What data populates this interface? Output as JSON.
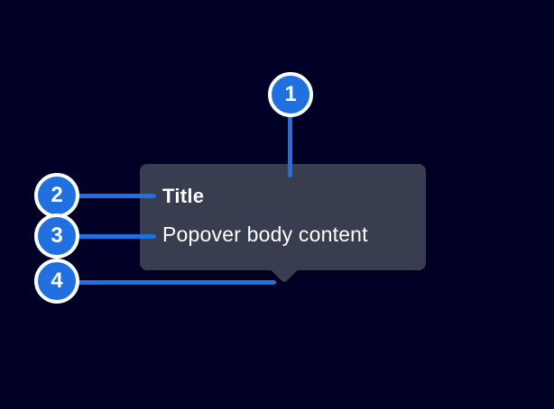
{
  "figure": {
    "colors": {
      "background": "#010128",
      "accent_blue": "#2170e0",
      "popover_background": "#383d50",
      "text": "#ffffff",
      "badge_ring": "#ffffff"
    },
    "popover": {
      "title": "Title",
      "body": "Popover body content"
    },
    "callouts": [
      {
        "number": "1"
      },
      {
        "number": "2"
      },
      {
        "number": "3"
      },
      {
        "number": "4"
      }
    ]
  }
}
